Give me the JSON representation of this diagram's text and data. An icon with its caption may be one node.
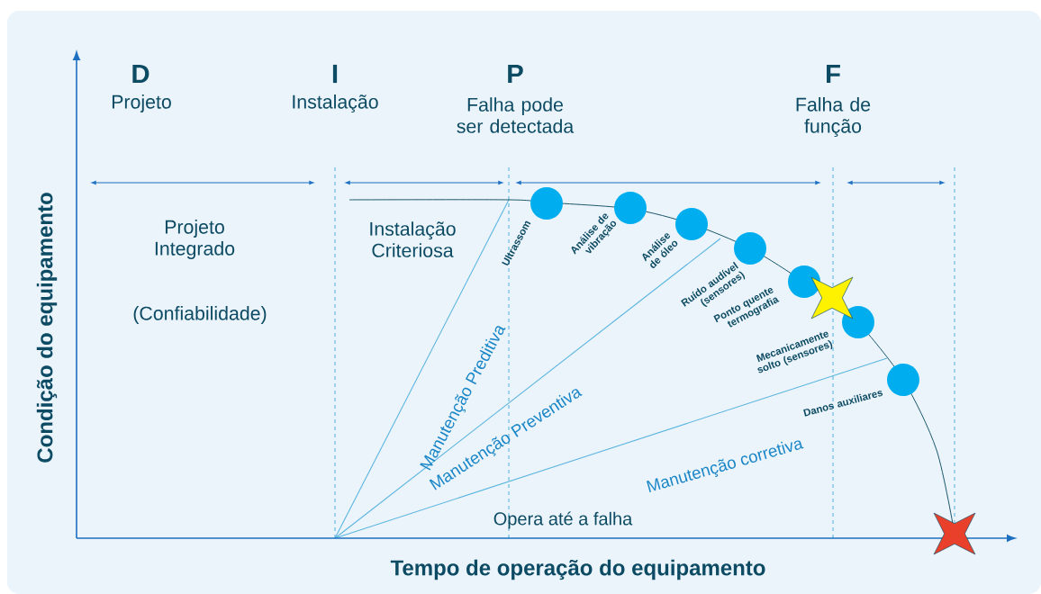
{
  "diagram": {
    "nodes": [
      {
        "text": [],
        "shape": "circle",
        "beside": [
          "Ultrassom"
        ]
      },
      {
        "text": [],
        "shape": "circle",
        "beside": [
          "Análise de vibração"
        ]
      },
      {
        "text": [],
        "shape": "circle",
        "beside": [
          "Análise de óleo"
        ]
      },
      {
        "text": [],
        "shape": "circle",
        "beside": [
          "Ruído audível (sensores)"
        ]
      },
      {
        "text": [],
        "shape": "circle",
        "beside": [
          "Ponto quente termografia"
        ]
      },
      {
        "text": [],
        "shape": "circle",
        "beside": [
          "Mecanicamente solto (sensores)"
        ]
      },
      {
        "text": [],
        "shape": "circle",
        "beside": [
          "Danos auxiliares"
        ]
      },
      {
        "text": [],
        "shape": "star"
      },
      {
        "text": [],
        "shape": "star"
      }
    ],
    "labels": [
      "D",
      "Projeto",
      "I",
      "Instalação",
      "P",
      "Falha pode ser detectada",
      "F",
      "Falha de função",
      "Projeto Integrado",
      "(Confiabilidade)",
      "Instalação Criteriosa",
      "Manutenção Preditiva",
      "Manutenção Preventiva",
      "Manutenção corretiva",
      "Opera até a falha",
      "Condição do equipamento",
      "Tempo de operação do equipamento"
    ]
  }
}
